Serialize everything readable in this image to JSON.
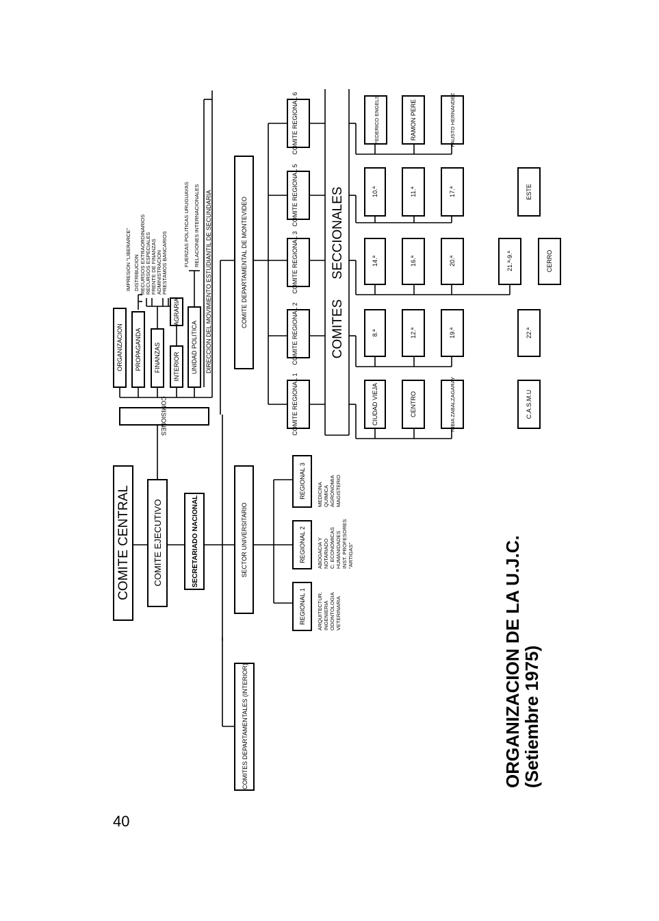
{
  "page_number": "40",
  "caption": {
    "line1": "ORGANIZACION DE LA U.J.C.",
    "line2": "(Setiembre 1975)"
  },
  "top": {
    "comite_central": "COMITE CENTRAL",
    "comite_ejecutivo": "COMITE EJECUTIVO",
    "secretariado": "SECRETARIADO NACIONAL",
    "comisiones": "COMISIONES"
  },
  "comisiones": {
    "organizacion": "ORGANIZACION",
    "propaganda": "PROPAGANDA",
    "finanzas": "FINANZAS",
    "interior": "INTERIOR",
    "agraria": "AGRARIA",
    "unidad_politica": "UNIDAD POLITICA",
    "direccion": "DIRECCION DEL MOVIMIENTO ESTUDIANTIL DE SECUNDARIA",
    "propaganda_subs": [
      "IMPRESION \"LIBERARCE\"",
      "DISTRIBUCION"
    ],
    "finanzas_subs": [
      "RECURSOS EXTRAORDINARIOS",
      "RECURSOS ESPECIALES",
      "FRENTE DE FINANZAS",
      "ADMINISTRACION",
      "PRESTAMOS BANCARIOS"
    ],
    "unidad_subs": [
      "FUERZAS POLITICAS URUGUAYAS",
      "RELACIONES INTERNACIONALES"
    ]
  },
  "montevideo": {
    "title": "COMITE DEPARTAMENTAL DE MONTEVIDEO",
    "regionales": [
      "COMITE REGIONAL 1",
      "COMITE REGIONAL 2",
      "COMITE REGIONAL 3",
      "COMITE REGIONAL 5",
      "COMITE REGIONAL 6"
    ],
    "comites_label": "COMITES",
    "seccionales_label": "SECCIONALES",
    "seccionales": {
      "r1": [
        "CIUDAD VIEJA",
        "CENTRO",
        "NIBIA ZABALZAGARAY",
        "C.A.S.M.U"
      ],
      "r2": [
        "8.ª",
        "12.ª",
        "19.ª",
        "22.ª"
      ],
      "r3": [
        "14.ª",
        "16.ª",
        "20.ª",
        "21.ª-9.ª",
        "CERRO"
      ],
      "r5": [
        "10.ª",
        "11.ª",
        "17.ª",
        "ESTE"
      ],
      "r6": [
        "FEDERICO ENGELS",
        "RAMON PERE",
        "FAUSTO HERNANDEZ"
      ]
    }
  },
  "universitario": {
    "title": "SECTOR UNIVERSITARIO",
    "regionales": [
      {
        "label": "REGIONAL 1",
        "items": [
          "ARQUITECTUR.",
          "INGENIERIA",
          "ODONTOLOGIA",
          "VETERINARIA"
        ]
      },
      {
        "label": "REGIONAL 2",
        "items": [
          "ABOGACIA Y",
          "NOTARIADO",
          "C. ECONOMICAS",
          "HUMANIDADES",
          "INST. PROFESORES",
          "\"ARTIGAS\""
        ]
      },
      {
        "label": "REGIONAL 3",
        "items": [
          "MEDICINA",
          "QUIMICA",
          "AGRONOMIA",
          "MAGISTERIO"
        ]
      }
    ]
  },
  "interior": {
    "title": "COMITES DEPARTAMENTALES (INTERIOR)"
  }
}
